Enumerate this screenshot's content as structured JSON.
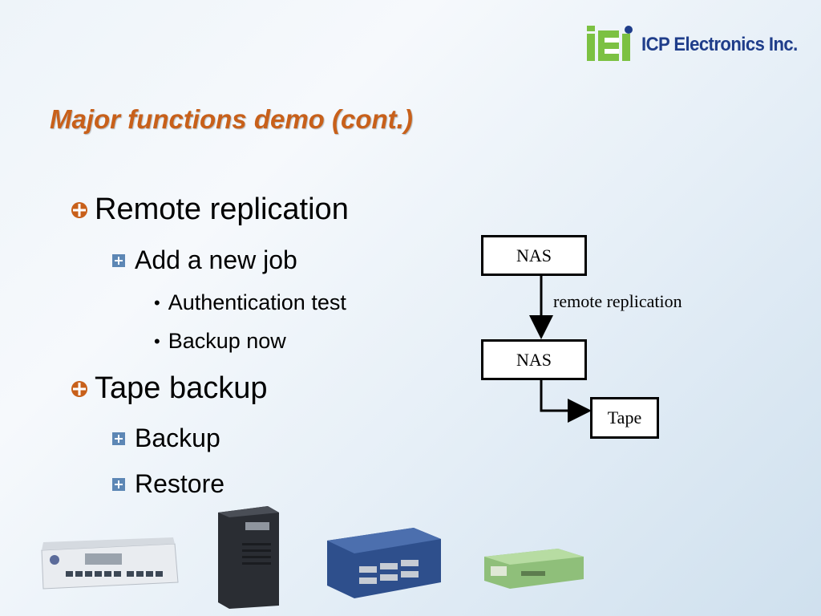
{
  "logo": {
    "text": "ICP Electronics Inc.",
    "colors": {
      "green": "#7cc142",
      "blue": "#1f3d8a"
    }
  },
  "title": "Major functions demo (cont.)",
  "bullets": [
    {
      "label": "Remote replication",
      "children": [
        {
          "label": "Add a new job",
          "children": [
            {
              "label": "Authentication test"
            },
            {
              "label": "Backup now"
            }
          ]
        }
      ]
    },
    {
      "label": "Tape backup",
      "children": [
        {
          "label": "Backup"
        },
        {
          "label": "Restore"
        }
      ]
    }
  ],
  "diagram": {
    "top_box": "NAS",
    "arrow_label": "remote replication",
    "middle_box": "NAS",
    "bottom_box": "Tape"
  },
  "colors": {
    "title": "#c8601a",
    "bullet_level1": "#c8601a",
    "bullet_level2": "#5d87b5"
  }
}
